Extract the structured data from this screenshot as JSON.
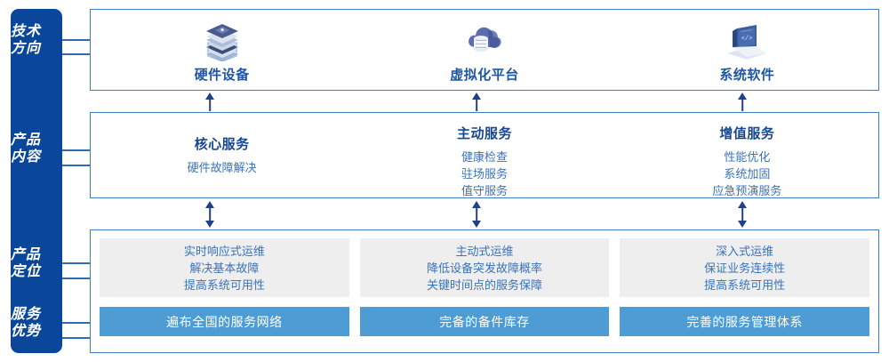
{
  "rail": {
    "bg_color": "#0a4699",
    "labels": [
      {
        "id": "tech",
        "line1": "技术",
        "line2": "方向"
      },
      {
        "id": "content",
        "line1": "产品",
        "line2": "内容"
      },
      {
        "id": "position",
        "line1": "产品",
        "line2": "定位"
      },
      {
        "id": "advantage",
        "line1": "服务",
        "line2": "优势"
      }
    ]
  },
  "tech_directions": {
    "columns": [
      {
        "icon": "server-stack-icon",
        "label": "硬件设备"
      },
      {
        "icon": "cloud-database-icon",
        "label": "虚拟化平台"
      },
      {
        "icon": "laptop-code-icon",
        "label": "系统软件"
      }
    ]
  },
  "product_content": {
    "columns": [
      {
        "title": "核心服务",
        "items": [
          "硬件故障解决"
        ]
      },
      {
        "title": "主动服务",
        "items": [
          "健康检查",
          "驻场服务",
          "值守服务"
        ]
      },
      {
        "title": "增值服务",
        "items": [
          "性能优化",
          "系统加固",
          "应急预演服务"
        ]
      }
    ]
  },
  "product_positioning": {
    "boxes": [
      {
        "items": [
          "实时响应式运维",
          "解决基本故障",
          "提高系统可用性"
        ]
      },
      {
        "items": [
          "主动式运维",
          "降低设备突发故障概率",
          "关键时间点的服务保障"
        ]
      },
      {
        "items": [
          "深入式运维",
          "保证业务连续性",
          "提高系统可用性"
        ]
      }
    ]
  },
  "service_advantages": {
    "bars": [
      "遍布全国的服务网络",
      "完备的备件库存",
      "完善的服务管理体系"
    ],
    "bar_color": "#4d9dd4"
  },
  "colors": {
    "rail": "#0a4699",
    "panel_border": "#3f7fc1",
    "heading": "#17478f",
    "body_text": "#3a73b8",
    "grey_box": "#eeeeee",
    "arrow": "#20418a"
  }
}
